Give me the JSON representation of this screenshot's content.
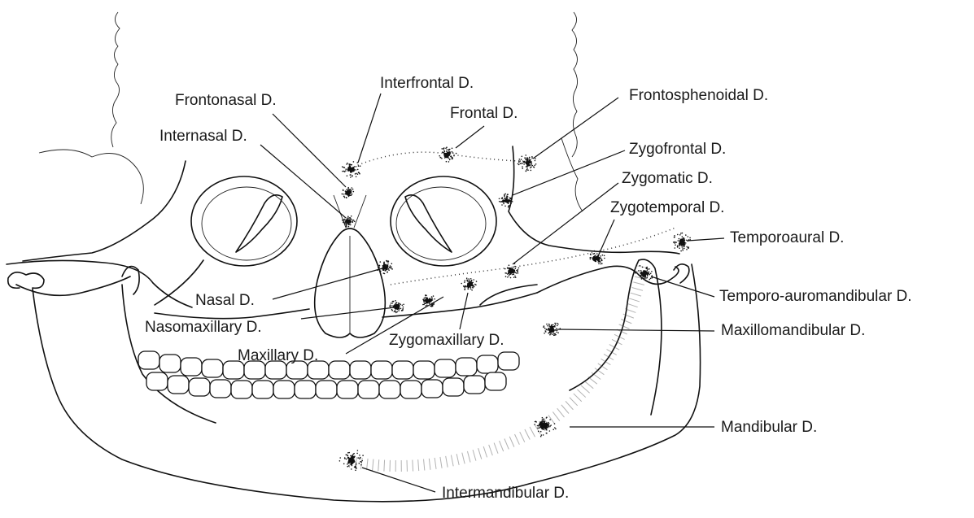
{
  "labels": {
    "interfrontal": "Interfrontal D.",
    "frontonasal": "Frontonasal D.",
    "frontal": "Frontal D.",
    "frontosphenoidal": "Frontosphenoidal D.",
    "internasal": "Internasal D.",
    "zygofrontal": "Zygofrontal D.",
    "zygomatic": "Zygomatic D.",
    "zygotemporal": "Zygotemporal D.",
    "temporoaural": "Temporoaural D.",
    "temporo_auromandibular": "Temporo-auromandibular D.",
    "nasal": "Nasal D.",
    "nasomaxillary": "Nasomaxillary D.",
    "maxillary": "Maxillary D.",
    "zygomaxillary": "Zygomaxillary D.",
    "maxillomandibular": "Maxillomandibular D.",
    "mandibular": "Mandibular D.",
    "intermandibular": "Intermandibular D."
  }
}
